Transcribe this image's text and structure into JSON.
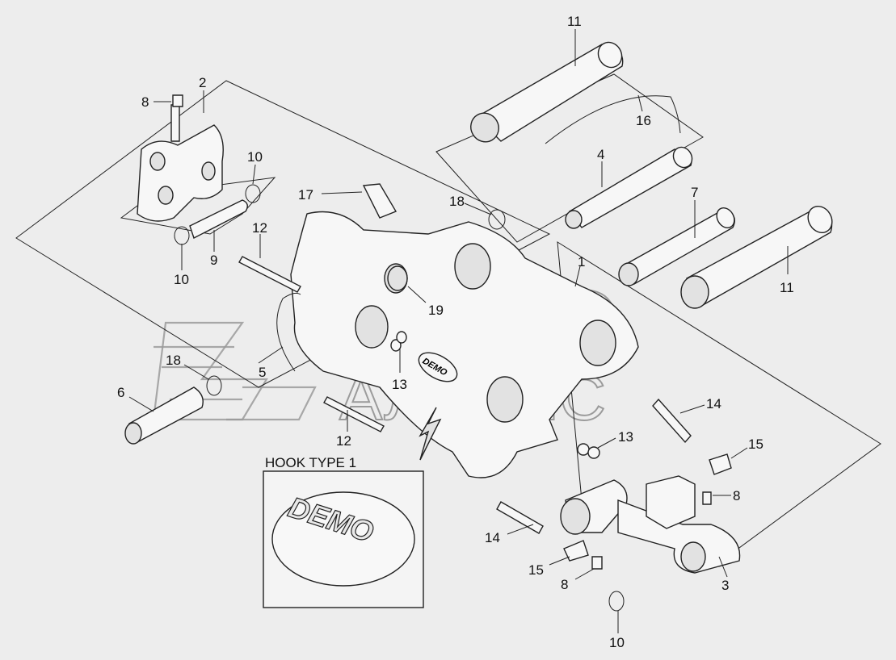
{
  "diagram": {
    "inset_label": "HOOK TYPE 1",
    "logo_text": "DEMO",
    "callouts": {
      "c11a": "11",
      "c16": "16",
      "c2": "2",
      "c8a": "8",
      "c10a": "10",
      "c4": "4",
      "c17": "17",
      "c18a": "18",
      "c7": "7",
      "c1": "1",
      "c12a": "12",
      "c9": "9",
      "c10b": "10",
      "c11b": "11",
      "c19": "19",
      "c18b": "18",
      "c5": "5",
      "c13a": "13",
      "c6": "6",
      "c14a": "14",
      "c15a": "15",
      "c12b": "12",
      "c13b": "13",
      "c8b": "8",
      "c14b": "14",
      "c15b": "15",
      "c8c": "8",
      "c3": "3",
      "c10c": "10"
    }
  },
  "watermark": {
    "line1": "АВТО",
    "line2": "АЛЬЯНС"
  }
}
